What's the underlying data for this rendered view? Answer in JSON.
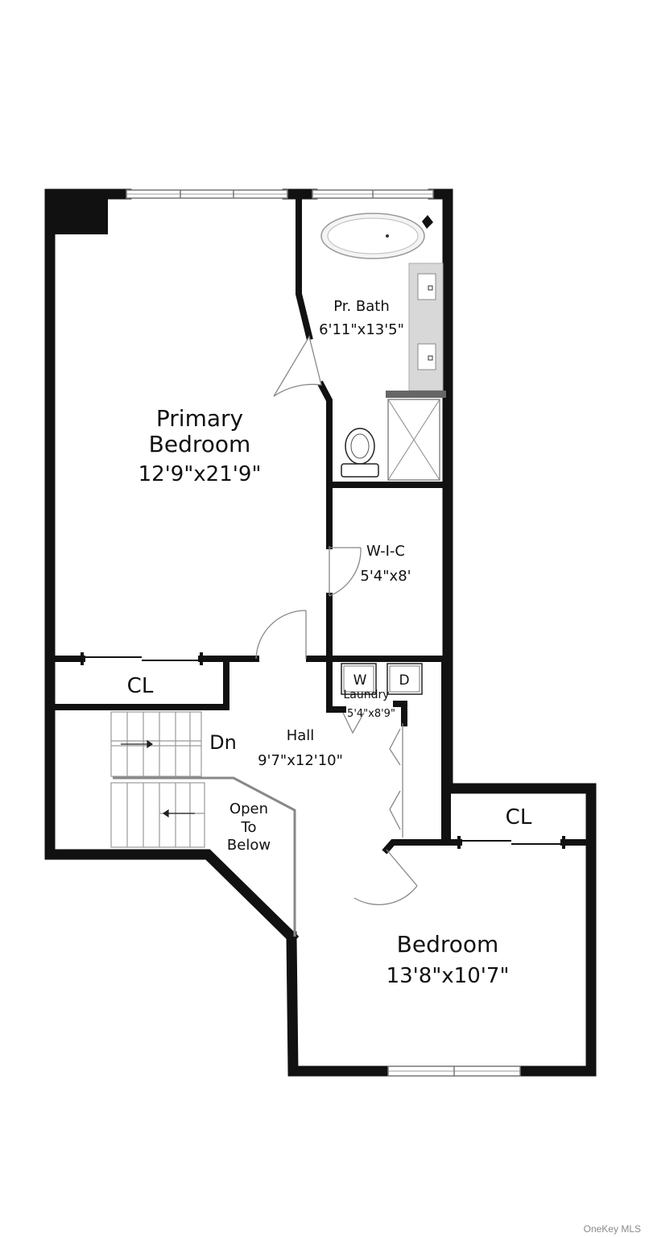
{
  "rooms": {
    "primary_bedroom": {
      "name_line1": "Primary",
      "name_line2": "Bedroom",
      "dims": "12'9\"x21'9\""
    },
    "pr_bath": {
      "name": "Pr. Bath",
      "dims": "6'11\"x13'5\""
    },
    "wic": {
      "name": "W-I-C",
      "dims": "5'4\"x8'"
    },
    "laundry": {
      "name": "Laundry",
      "dims": "5'4\"x8'9\"",
      "washer": "W",
      "dryer": "D"
    },
    "hall": {
      "name": "Hall",
      "dims": "9'7\"x12'10\""
    },
    "closet_left": {
      "name": "CL"
    },
    "closet_right": {
      "name": "CL"
    },
    "stairs": {
      "label": "Dn"
    },
    "open_below": {
      "line1": "Open",
      "line2": "To",
      "line3": "Below"
    },
    "bedroom": {
      "name": "Bedroom",
      "dims": "13'8\"x10'7\""
    }
  },
  "watermark": "OneKey MLS"
}
